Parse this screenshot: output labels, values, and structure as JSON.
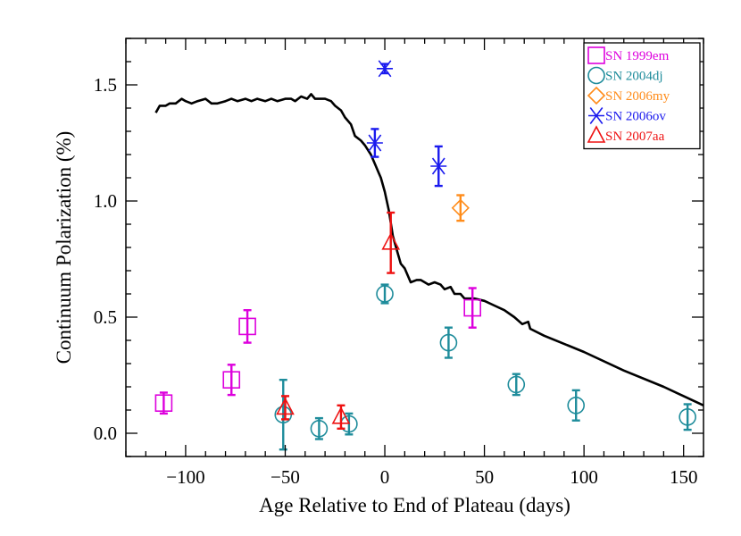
{
  "chart_data": {
    "type": "scatter",
    "title": "",
    "xlabel": "Age Relative to End of Plateau (days)",
    "ylabel": "Continuum Polarization (%)",
    "xlim": [
      -130,
      160
    ],
    "ylim": [
      -0.1,
      1.7
    ],
    "xticks": [
      -100,
      -50,
      0,
      50,
      100,
      150
    ],
    "yticks": [
      0.0,
      0.5,
      1.0,
      1.5
    ],
    "xtick_labels": [
      "−100",
      "−50",
      "0",
      "50",
      "100",
      "150"
    ],
    "ytick_labels": [
      "0.0",
      "0.5",
      "1.0",
      "1.5"
    ],
    "grid": false,
    "legend_position": "top-right",
    "curve": {
      "x": [
        -115,
        -113,
        -110,
        -108,
        -105,
        -102,
        -100,
        -97,
        -94,
        -90,
        -87,
        -84,
        -80,
        -77,
        -74,
        -70,
        -67,
        -64,
        -60,
        -57,
        -54,
        -50,
        -47,
        -45,
        -42,
        -39,
        -37,
        -35,
        -33,
        -30,
        -27,
        -25,
        -22,
        -20,
        -17,
        -15,
        -12,
        -10,
        -7,
        -5,
        -3,
        -2,
        0,
        2,
        4,
        6,
        8,
        10,
        13,
        16,
        18,
        20,
        22,
        25,
        28,
        30,
        33,
        35,
        38,
        40,
        45,
        50,
        55,
        60,
        65,
        69,
        72,
        73,
        80,
        100,
        120,
        140,
        160
      ],
      "y": [
        1.38,
        1.41,
        1.41,
        1.42,
        1.42,
        1.44,
        1.43,
        1.42,
        1.43,
        1.44,
        1.42,
        1.42,
        1.43,
        1.44,
        1.43,
        1.44,
        1.43,
        1.44,
        1.43,
        1.44,
        1.43,
        1.44,
        1.44,
        1.43,
        1.45,
        1.44,
        1.46,
        1.44,
        1.44,
        1.44,
        1.43,
        1.41,
        1.39,
        1.36,
        1.33,
        1.28,
        1.26,
        1.24,
        1.2,
        1.16,
        1.12,
        1.1,
        1.04,
        0.96,
        0.85,
        0.79,
        0.73,
        0.71,
        0.65,
        0.66,
        0.66,
        0.65,
        0.64,
        0.65,
        0.64,
        0.62,
        0.63,
        0.6,
        0.6,
        0.58,
        0.58,
        0.57,
        0.55,
        0.53,
        0.5,
        0.47,
        0.48,
        0.45,
        0.42,
        0.35,
        0.27,
        0.2,
        0.12
      ]
    },
    "series": [
      {
        "name": "SN 1999em",
        "color": "#dd00dd",
        "marker": "square",
        "points": [
          {
            "x": -111,
            "y": 0.13,
            "err": 0.045
          },
          {
            "x": -77,
            "y": 0.23,
            "err": 0.065
          },
          {
            "x": -69,
            "y": 0.46,
            "err": 0.07
          },
          {
            "x": 44,
            "y": 0.54,
            "err": 0.085
          }
        ]
      },
      {
        "name": "SN 2004dj",
        "color": "#1e8c9b",
        "marker": "circle",
        "points": [
          {
            "x": -51,
            "y": 0.08,
            "err": 0.15
          },
          {
            "x": -33,
            "y": 0.02,
            "err": 0.045
          },
          {
            "x": -18,
            "y": 0.04,
            "err": 0.045
          },
          {
            "x": 0,
            "y": 0.6,
            "err": 0.04
          },
          {
            "x": 32,
            "y": 0.39,
            "err": 0.065
          },
          {
            "x": 66,
            "y": 0.21,
            "err": 0.045
          },
          {
            "x": 96,
            "y": 0.12,
            "err": 0.065
          },
          {
            "x": 152,
            "y": 0.07,
            "err": 0.055
          }
        ]
      },
      {
        "name": "SN 2006my",
        "color": "#ff8c1a",
        "marker": "diamond",
        "points": [
          {
            "x": 38,
            "y": 0.97,
            "err": 0.055
          }
        ]
      },
      {
        "name": "SN 2006ov",
        "color": "#1a1aee",
        "marker": "asterisk",
        "points": [
          {
            "x": 0,
            "y": 1.57,
            "err": 0.02
          },
          {
            "x": -5,
            "y": 1.25,
            "err": 0.06
          },
          {
            "x": 27,
            "y": 1.15,
            "err": 0.085
          }
        ]
      },
      {
        "name": "SN 2007aa",
        "color": "#ee1111",
        "marker": "triangle",
        "points": [
          {
            "x": -50,
            "y": 0.11,
            "err": 0.05
          },
          {
            "x": -22,
            "y": 0.07,
            "err": 0.05
          },
          {
            "x": 3,
            "y": 0.82,
            "err": 0.13
          }
        ]
      }
    ]
  }
}
